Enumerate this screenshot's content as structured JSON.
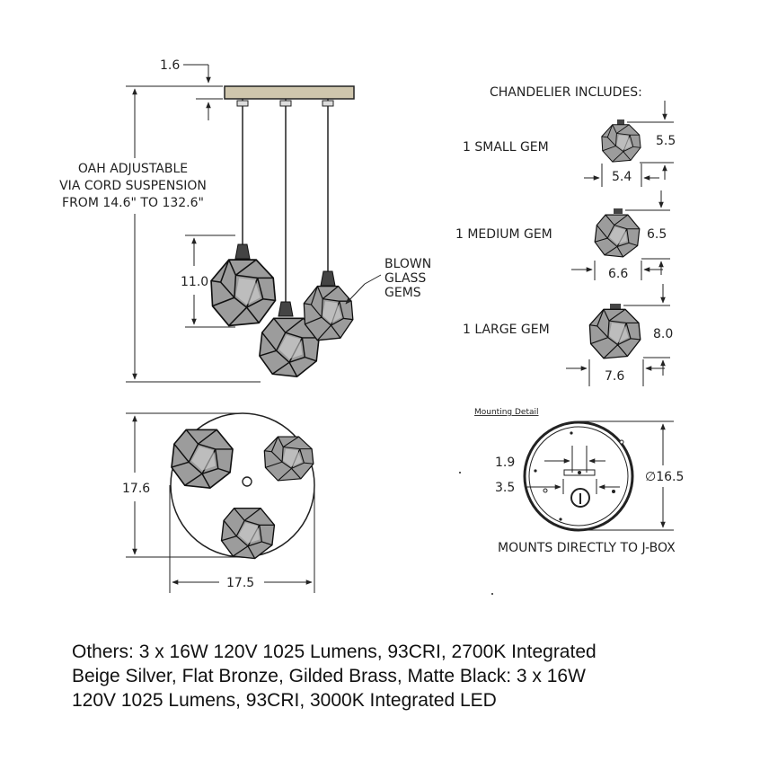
{
  "side_view": {
    "canopy_height": "1.6",
    "oah_lines": [
      "OAH ADJUSTABLE",
      "VIA CORD SUSPENSION",
      "FROM 14.6\" TO 132.6\""
    ],
    "gem_height": "11.0",
    "callout": [
      "BLOWN",
      "GLASS",
      "GEMS"
    ]
  },
  "includes": {
    "title": "CHANDELIER INCLUDES:",
    "items": [
      {
        "label": "1 SMALL GEM",
        "height": "5.5",
        "width": "5.4"
      },
      {
        "label": "1 MEDIUM GEM",
        "height": "6.5",
        "width": "6.6"
      },
      {
        "label": "1 LARGE GEM",
        "height": "8.0",
        "width": "7.6"
      }
    ]
  },
  "top_view": {
    "depth": "17.6",
    "width": "17.5"
  },
  "mounting": {
    "title": "Mounting Detail",
    "dim_a": "1.9",
    "dim_b": "3.5",
    "diameter": "∅16.5",
    "caption": "MOUNTS DIRECTLY TO J-BOX"
  },
  "notes": [
    "Others: 3 x 16W 120V 1025 Lumens, 93CRI, 2700K Integrated",
    "Beige Silver, Flat Bronze, Gilded Brass, Matte Black: 3 x 16W",
    "120V 1025 Lumens, 93CRI, 3000K Integrated LED"
  ]
}
